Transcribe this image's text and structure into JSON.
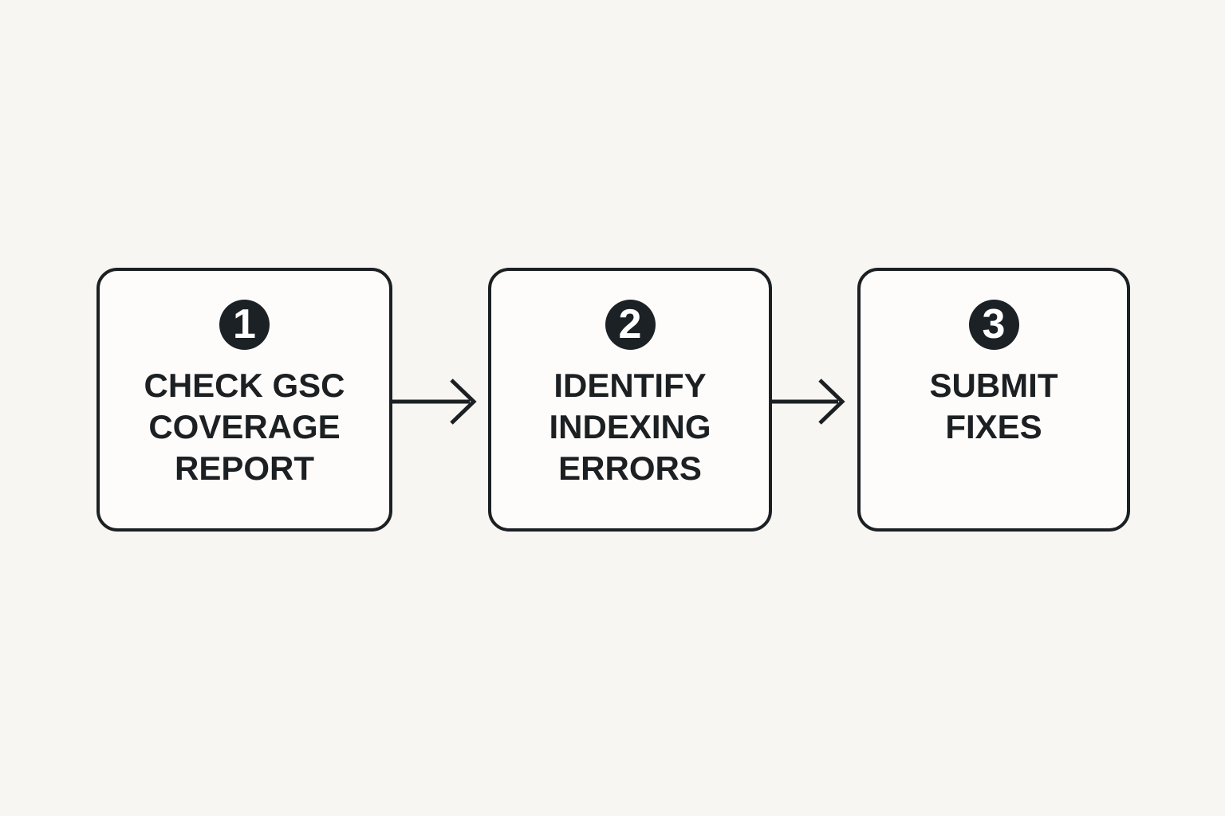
{
  "diagram": {
    "type": "flowchart",
    "direction": "left-to-right",
    "steps": [
      {
        "number": "1",
        "label": "CHECK GSC\nCOVERAGE\nREPORT"
      },
      {
        "number": "2",
        "label": "IDENTIFY\nINDEXING\nERRORS"
      },
      {
        "number": "3",
        "label": "SUBMIT\nFIXES"
      }
    ],
    "connectors": [
      {
        "from": "1",
        "to": "2",
        "type": "arrow-right"
      },
      {
        "from": "2",
        "to": "3",
        "type": "arrow-right"
      }
    ],
    "theme": {
      "page_bg": "#f7f6f3",
      "box_bg": "#fdfcfa",
      "ink": "#1c2023",
      "badge_bg": "#1b2125",
      "badge_text": "#ffffff"
    }
  }
}
